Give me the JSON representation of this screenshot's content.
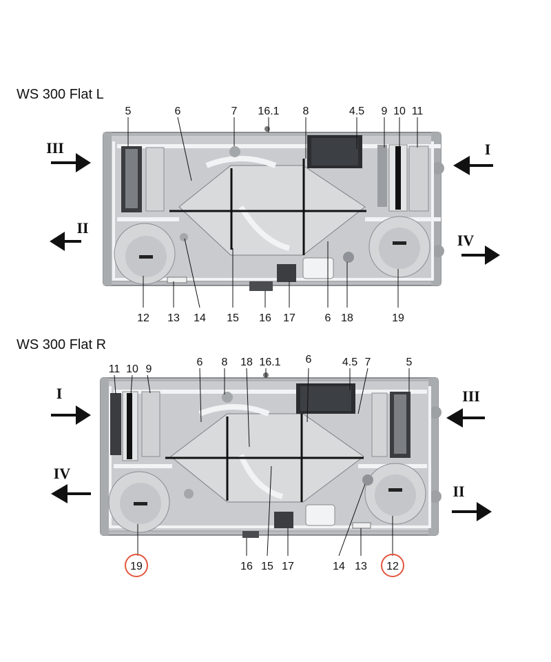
{
  "colors": {
    "housing": "#c9cbce",
    "housing_edge": "#8a8d91",
    "panel": "#d8dadc",
    "duct": "#f2f3f4",
    "dark": "#2b2d30",
    "rod": "#111111",
    "highlight": "#e2563d"
  },
  "unit_l": {
    "title": "WS 300 Flat L",
    "top_labels": [
      "5",
      "6",
      "7",
      "16.1",
      "8",
      "4.5",
      "9",
      "10",
      "11"
    ],
    "bottom_labels": [
      "12",
      "13",
      "14",
      "15",
      "16",
      "17",
      "6",
      "18",
      "19"
    ],
    "arrows": [
      "III",
      "II",
      "I",
      "IV"
    ]
  },
  "unit_r": {
    "title": "WS 300 Flat R",
    "top_labels": [
      "11",
      "10",
      "9",
      "6",
      "8",
      "18",
      "16.1",
      "6",
      "4.5",
      "7",
      "5"
    ],
    "bottom_labels": [
      "19",
      "16",
      "15",
      "17",
      "14",
      "13",
      "12"
    ],
    "arrows": [
      "I",
      "IV",
      "III",
      "II"
    ],
    "highlighted": [
      "19",
      "12"
    ]
  }
}
